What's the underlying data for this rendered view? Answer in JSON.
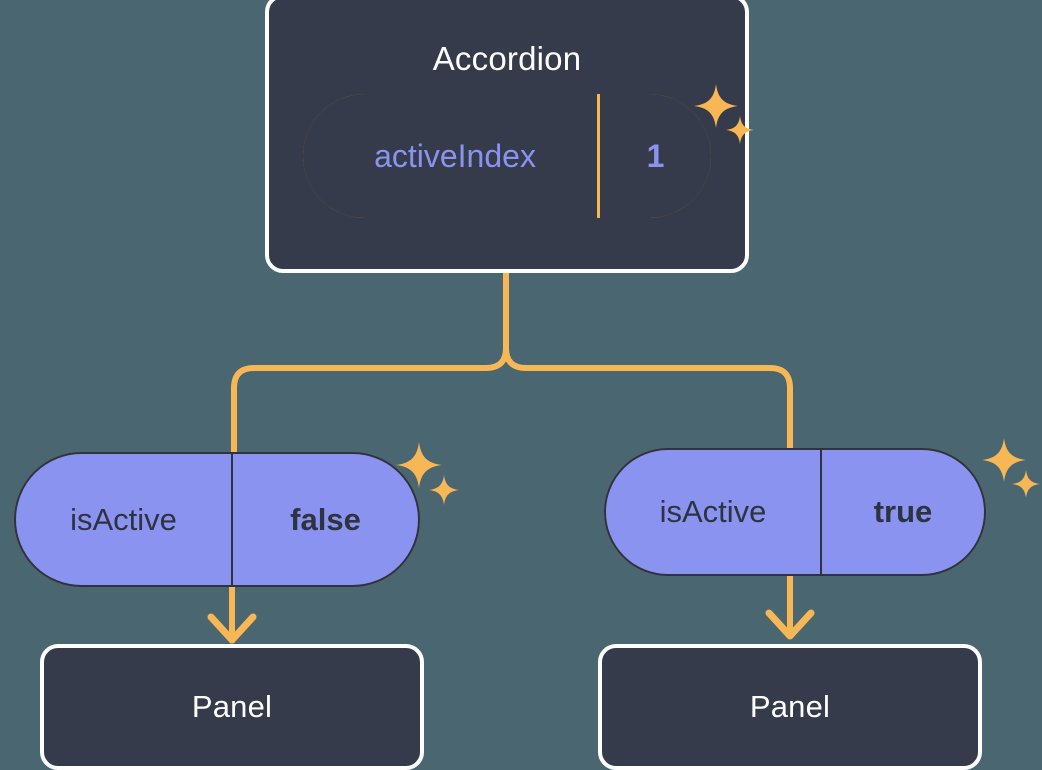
{
  "diagram": {
    "title_node": "Accordion",
    "background_color": "#4a6670",
    "card_color": "#353b4a",
    "card_border_color": "#ffffff",
    "pill_purple_color": "#8b93f0",
    "ring_outer_color": "#d2791e",
    "ring_inner_color": "#f7b755",
    "connector_color": "#f7b755",
    "text_light": "#ffffff",
    "text_dark": "#2d3340",
    "accent_purple": "#8b93f0"
  },
  "nodes": {
    "accordion": {
      "label": "Accordion",
      "state": {
        "key": "activeIndex",
        "value": "1"
      }
    },
    "left_branch": {
      "state": {
        "key": "isActive",
        "value": "false"
      },
      "panel_label": "Panel"
    },
    "right_branch": {
      "state": {
        "key": "isActive",
        "value": "true"
      },
      "panel_label": "Panel"
    }
  },
  "icons": {
    "sparkle_large": "sparkle-4-point-large",
    "sparkle_small": "sparkle-4-point-small"
  }
}
